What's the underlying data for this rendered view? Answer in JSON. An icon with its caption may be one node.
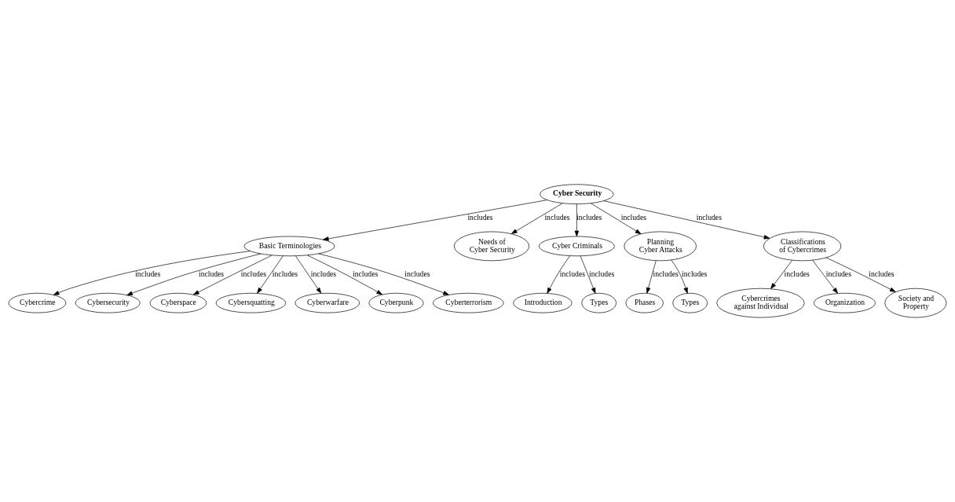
{
  "diagram": {
    "nodes": [
      {
        "text": [
          "Cyber Security"
        ]
      },
      {
        "text": [
          "Basic Terminologies"
        ]
      },
      {
        "text": [
          "Cybercrime"
        ]
      },
      {
        "text": [
          "Cybersecurity"
        ]
      },
      {
        "text": [
          "Cyberspace"
        ]
      },
      {
        "text": [
          "Cybersquatting"
        ]
      },
      {
        "text": [
          "Cyberwarfare"
        ]
      },
      {
        "text": [
          "Cyberpunk"
        ]
      },
      {
        "text": [
          "Cyberterrorism"
        ]
      },
      {
        "text": [
          "Needs of Cyber Security"
        ]
      },
      {
        "text": [
          "Cyber Criminals"
        ]
      },
      {
        "text": [
          "Introduction"
        ]
      },
      {
        "text": [
          "Types"
        ]
      },
      {
        "text": [
          "Planning Cyber Attacks"
        ]
      },
      {
        "text": [
          "Phases"
        ]
      },
      {
        "text": [
          "Types"
        ]
      },
      {
        "text": [
          "Classifications of Cybercrimes"
        ]
      },
      {
        "text": [
          "Cybercrimes against Individual"
        ]
      },
      {
        "text": [
          "Organization"
        ]
      },
      {
        "text": [
          "Society and Property"
        ]
      }
    ],
    "edges": [
      {
        "from": 0,
        "to": 1,
        "arrow": "to",
        "label": "includes"
      },
      {
        "from": 1,
        "to": 2,
        "arrow": "to",
        "label": "includes"
      },
      {
        "from": 1,
        "to": 3,
        "arrow": "to",
        "label": "includes"
      },
      {
        "from": 1,
        "to": 4,
        "arrow": "to",
        "label": "includes"
      },
      {
        "from": 1,
        "to": 5,
        "arrow": "to",
        "label": "includes"
      },
      {
        "from": 1,
        "to": 6,
        "arrow": "to",
        "label": "includes"
      },
      {
        "from": 1,
        "to": 7,
        "arrow": "to",
        "label": "includes"
      },
      {
        "from": 1,
        "to": 8,
        "arrow": "to",
        "label": "includes"
      },
      {
        "from": 0,
        "to": 9,
        "arrow": "to",
        "label": "includes"
      },
      {
        "from": 0,
        "to": 10,
        "arrow": "to",
        "label": "includes"
      },
      {
        "from": 10,
        "to": 11,
        "arrow": "to",
        "label": "includes"
      },
      {
        "from": 10,
        "to": 12,
        "arrow": "to",
        "label": "includes"
      },
      {
        "from": 0,
        "to": 13,
        "arrow": "to",
        "label": "includes"
      },
      {
        "from": 13,
        "to": 14,
        "arrow": "to",
        "label": "includes"
      },
      {
        "from": 13,
        "to": 15,
        "arrow": "to",
        "label": "includes"
      },
      {
        "from": 0,
        "to": 16,
        "arrow": "to",
        "label": "includes"
      },
      {
        "from": 16,
        "to": 17,
        "arrow": "to",
        "label": "includes"
      },
      {
        "from": 16,
        "to": 18,
        "arrow": "to",
        "label": "includes"
      },
      {
        "from": 16,
        "to": 19,
        "arrow": "to",
        "label": "includes"
      }
    ]
  }
}
